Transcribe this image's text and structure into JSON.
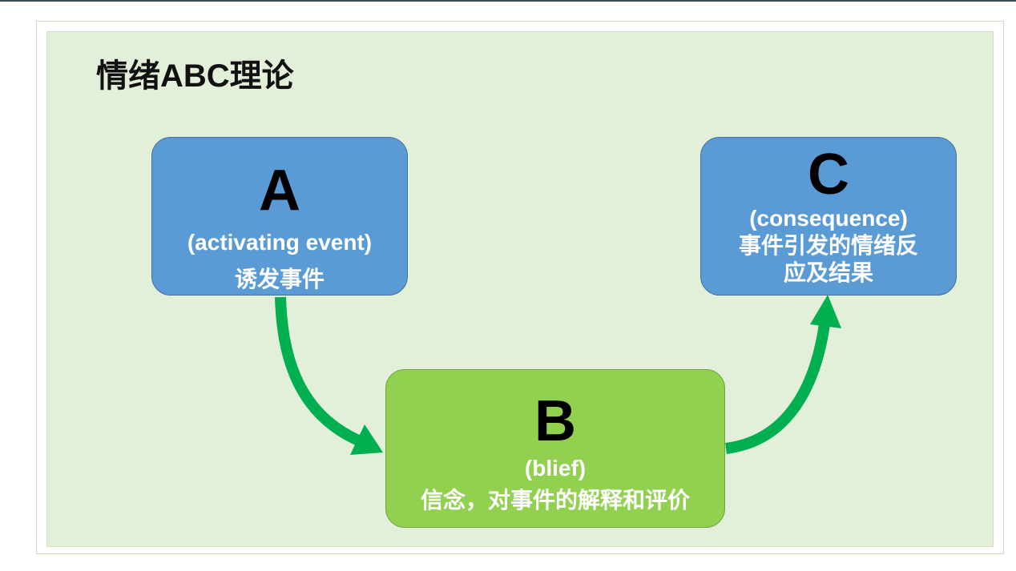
{
  "title": "情绪ABC理论",
  "nodes": {
    "a": {
      "letter": "A",
      "english": "(activating event)",
      "chinese": "诱发事件"
    },
    "b": {
      "letter": "B",
      "english": "(blief)",
      "chinese": "信念，对事件的解释和评价"
    },
    "c": {
      "letter": "C",
      "english": "(consequence)",
      "chinese_line1": "事件引发的情绪反",
      "chinese_line2": "应及结果"
    }
  },
  "colors": {
    "panel_background": "#e2efd9",
    "node_blue": "#5b9bd5",
    "node_green": "#92d050",
    "arrow_green": "#00b050",
    "letter": "#000000",
    "node_text": "#ffffff"
  }
}
